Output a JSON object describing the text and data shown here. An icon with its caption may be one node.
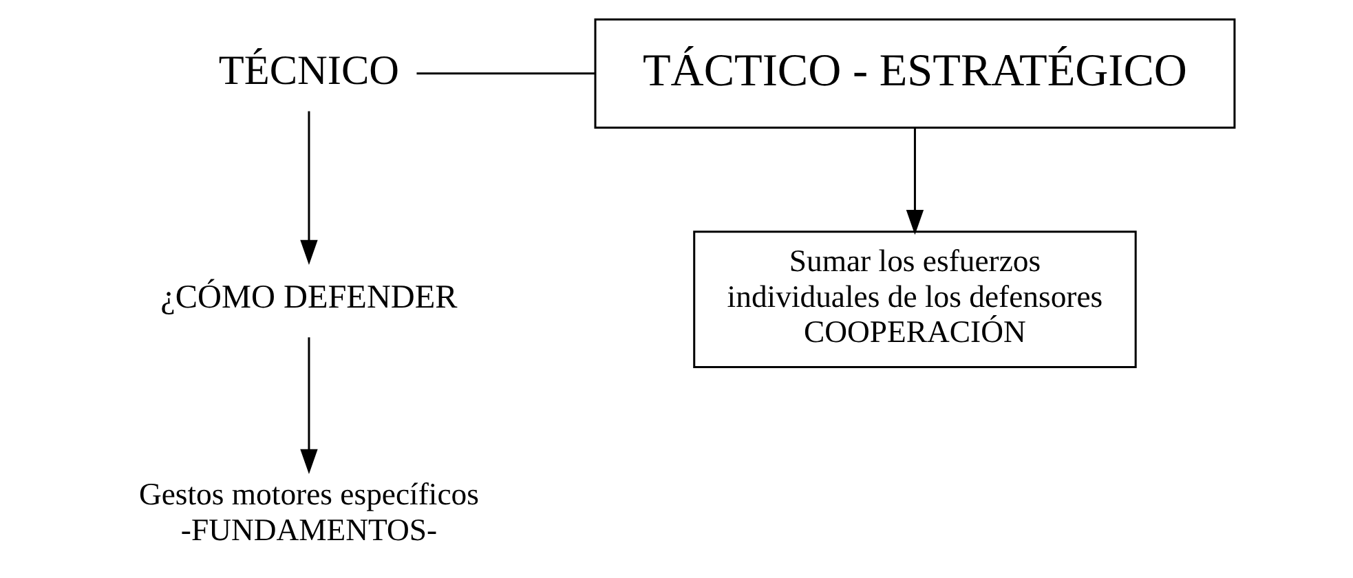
{
  "diagram": {
    "nodes": [
      {
        "text": [
          "TÉCNICO"
        ]
      },
      {
        "text": [
          "TÁCTICO - ESTRATÉGICO"
        ]
      },
      {
        "text": [
          "¿CÓMO DEFENDER"
        ]
      },
      {
        "text": [
          "Gestos motores específicos -FUNDAMENTOS-"
        ]
      },
      {
        "text": [
          "Sumar los esfuerzos individuales de los defensores COOPERACIÓN"
        ]
      }
    ],
    "edges": [
      {
        "from": 0,
        "to": 1,
        "arrow": "none"
      },
      {
        "from": 0,
        "to": 2,
        "arrow": "to"
      },
      {
        "from": 2,
        "to": 3,
        "arrow": "to"
      },
      {
        "from": 1,
        "to": 4,
        "arrow": "to"
      }
    ]
  }
}
